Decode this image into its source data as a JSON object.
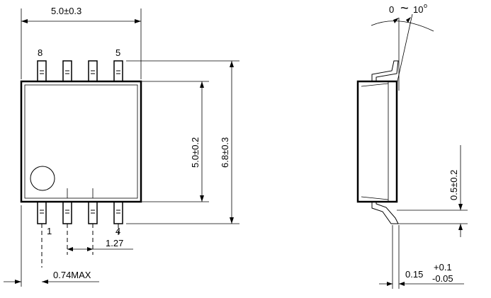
{
  "top_view": {
    "dims": {
      "overall_width": "5.0±0.3",
      "body_height": "5.0±0.2",
      "overall_height": "6.8±0.3",
      "pitch": "1.27",
      "lead_width": "0.74MAX"
    },
    "pin_labels": {
      "pin8": "8",
      "pin5": "5",
      "pin1": "1",
      "pin4": "4"
    }
  },
  "side_view": {
    "dims": {
      "lead_angle_min": "0",
      "lead_angle_tilde": "~",
      "lead_angle_max": "10",
      "lead_angle_degree": "o",
      "lead_length": "0.5±0.2",
      "lead_thickness": "0.15",
      "lead_thickness_plus": "+0.1",
      "lead_thickness_minus": "-0.05"
    }
  }
}
